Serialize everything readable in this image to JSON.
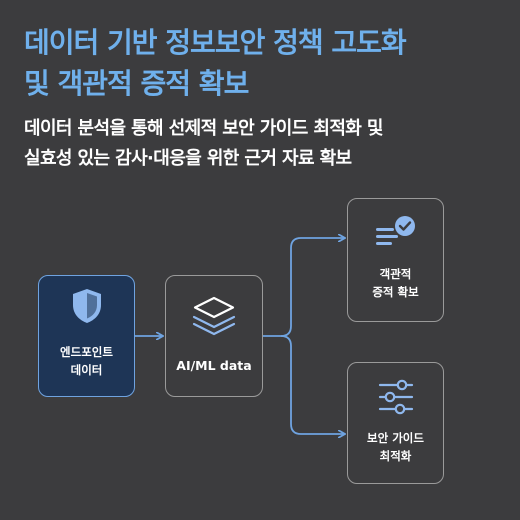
{
  "header": {
    "title": "데이터 기반 정보보안 정책 고도화\n및 객관적 증적 확보",
    "subtitle": "데이터 분석을 통해 선제적 보안 가이드 최적화 및\n실효성 있는 감사·대응을 위한 근거 자료 확보"
  },
  "nodes": {
    "endpoint": {
      "label": "엔드포인트\n데이터",
      "icon": "shield-icon"
    },
    "aiml": {
      "label": "AI/ML data",
      "icon": "layers-icon"
    },
    "evidence": {
      "label": "객관적\n증적 확보",
      "icon": "checklist-icon"
    },
    "guide": {
      "label": "보안 가이드\n최적화",
      "icon": "sliders-icon"
    }
  },
  "colors": {
    "background": "#3c3c3e",
    "accent": "#6fb0ec",
    "dark_node": "#1e3556",
    "border": "#9a9a9a"
  }
}
